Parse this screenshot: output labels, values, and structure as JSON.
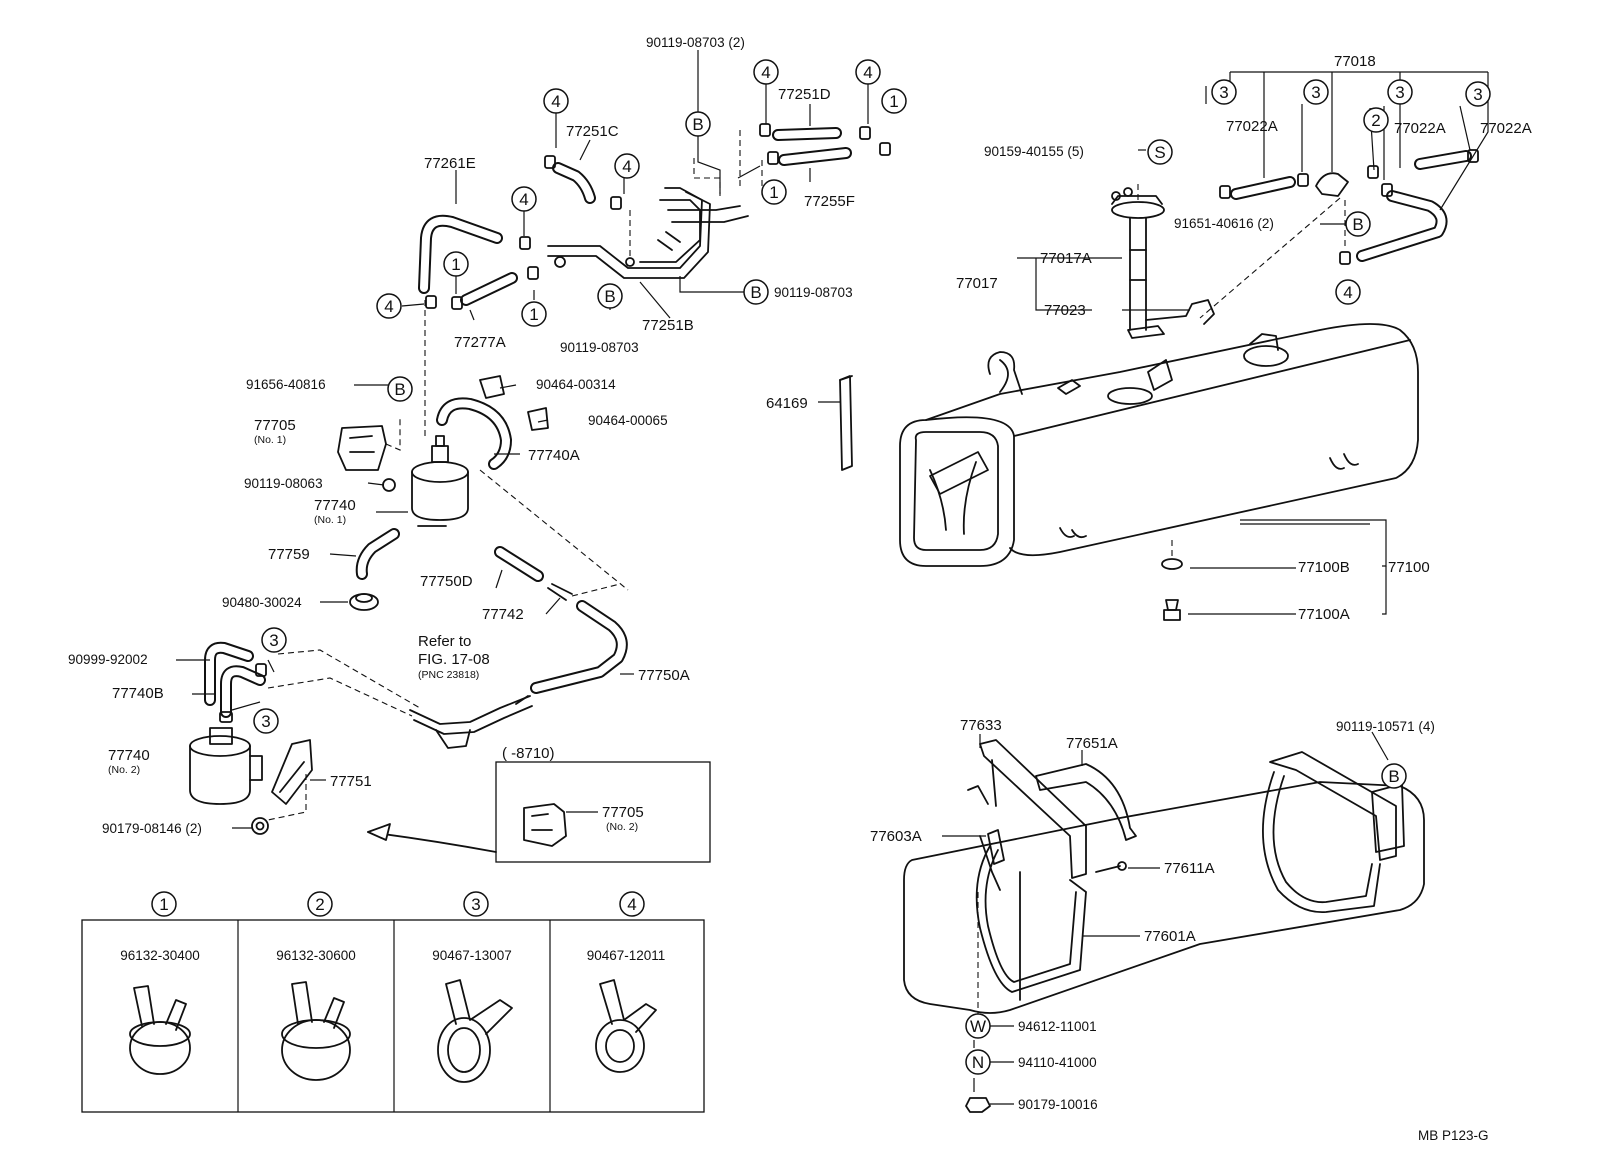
{
  "labels": {
    "l_90119_08703_2": "90119-08703 (2)",
    "l_77251D": "77251D",
    "l_77251C": "77251C",
    "l_77261E": "77261E",
    "l_77255F": "77255F",
    "l_90119_08703_a": "90119-08703",
    "l_77251B": "77251B",
    "l_90119_08703_b": "90119-08703",
    "l_77277A": "77277A",
    "l_91656_40816": "91656-40816",
    "l_90464_00314": "90464-00314",
    "l_90464_00065": "90464-00065",
    "l_77705": "77705",
    "l_77705_sub": "(No. 1)",
    "l_77740A": "77740A",
    "l_90119_08063": "90119-08063",
    "l_77740": "77740",
    "l_77740_sub": "(No. 1)",
    "l_77759": "77759",
    "l_90480_30024": "90480-30024",
    "l_77750D": "77750D",
    "l_77742": "77742",
    "l_90999_92002": "90999-92002",
    "l_77740B": "77740B",
    "l_refer1": "Refer to",
    "l_refer2": "FIG. 17-08",
    "l_refer3": "(PNC 23818)",
    "l_77750A": "77750A",
    "l_77740_2": "77740",
    "l_77740_2_sub": "(No. 2)",
    "l_77751": "77751",
    "l_8710": "(        -8710)",
    "l_77705_2": "77705",
    "l_77705_2_sub": "(No. 2)",
    "l_90179_08146": "90179-08146 (2)",
    "l_77018": "77018",
    "l_77022A_1": "77022A",
    "l_77022A_2": "77022A",
    "l_77022A_3": "77022A",
    "l_90159_40155": "90159-40155 (5)",
    "l_91651_40616": "91651-40616 (2)",
    "l_77017A": "77017A",
    "l_77017": "77017",
    "l_77023": "77023",
    "l_64169": "64169",
    "l_77100B": "77100B",
    "l_77100": "77100",
    "l_77100A": "77100A",
    "l_77633": "77633",
    "l_77651A": "77651A",
    "l_90119_10571": "90119-10571 (4)",
    "l_77603A": "77603A",
    "l_77611A": "77611A",
    "l_77601A": "77601A",
    "l_94612_11001": "94612-11001",
    "l_94110_41000": "94110-41000",
    "l_90179_10016": "90179-10016",
    "l_figure_code": "MB  P123-G"
  },
  "circle_codes": {
    "one": "1",
    "two": "2",
    "three": "3",
    "four": "4",
    "b": "B",
    "s": "S",
    "w": "W",
    "n": "N"
  },
  "clip_table": {
    "headers": [
      "1",
      "2",
      "3",
      "4"
    ],
    "part_numbers": [
      "96132-30400",
      "96132-30600",
      "90467-13007",
      "90467-12011"
    ]
  }
}
